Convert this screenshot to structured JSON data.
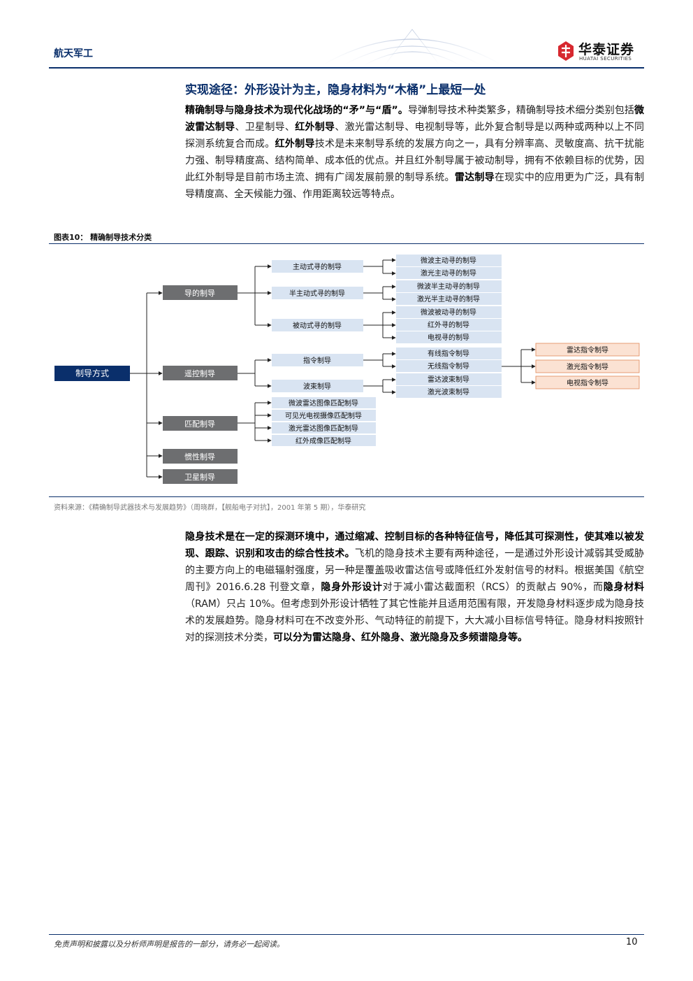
{
  "header": {
    "section": "航天军工",
    "brand_cn": "华泰证券",
    "brand_en": "HUATAI SECURITIES",
    "brand_color": "#d7282f",
    "navy": "#0a2f6b"
  },
  "section_title": "实现途径：外形设计为主，隐身材料为“木桶”上最短一处",
  "para1": {
    "lead": "精确制导与隐身技术为现代化战场的“矛”与“盾”。",
    "t1": "导弹制导技术种类繁多，精确制导技术细分类别包括",
    "b1": "微波雷达制导",
    "t2": "、卫星制导、",
    "b2": "红外制导",
    "t3": "、激光雷达制导、电视制导等，此外复合制导是以两种或两种以上不同探测系统复合而成。",
    "b3": "红外制导",
    "t4": "技术是未来制导系统的发展方向之一，具有分辨率高、灵敏度高、抗干扰能力强、制导精度高、结构简单、成本低的优点。并且红外制导属于被动制导，拥有不依赖目标的优势，因此红外制导是目前市场主流、拥有广阔发展前景的制导系统。",
    "b4": "雷达制导",
    "t5": "在现实中的应用更为广泛，具有制导精度高、全天候能力强、作用距离较远等特点。"
  },
  "figure": {
    "title": "图表10：  精确制导技术分类",
    "source": "资料来源：《精确制导武器技术与发展趋势》（周晓群，【舰船电子对抗】，2001 年第 5 期），华泰研究",
    "root": "制导方式",
    "level1": [
      "导的制导",
      "遥控制导",
      "匹配制导",
      "惯性制导",
      "卫星制导"
    ],
    "homing_sub": [
      "主动式寻的制导",
      "半主动式寻的制导",
      "被动式寻的制导"
    ],
    "homing_leaves": [
      "微波主动寻的制导",
      "激光主动寻的制导",
      "微波半主动寻的制导",
      "激光半主动寻的制导",
      "微波被动寻的制导",
      "红外寻的制导",
      "电视寻的制导"
    ],
    "remote_sub": [
      "指令制导",
      "波束制导"
    ],
    "remote_leaves": [
      "有线指令制导",
      "无线指令制导",
      "雷达波束制导",
      "激光波束制导"
    ],
    "wireless_leaves": [
      "雷达指令制导",
      "激光指令制导",
      "电视指令制导"
    ],
    "match_leaves": [
      "微波雷达图像匹配制导",
      "可见光电视摄像匹配制导",
      "激光雷达图像匹配制导",
      "红外成像匹配制导"
    ],
    "colors": {
      "dark": "#0a2f6b",
      "grey": "#6d6e70",
      "light": "#d9e4f2",
      "peach": "#fbe2d3",
      "peach_border": "#e28a5a"
    }
  },
  "para2": {
    "lead": "隐身技术是在一定的探测环境中，通过缩减、控制目标的各种特征信号，降低其可探测性，使其难以被发现、跟踪、识别和攻击的综合性技术。",
    "t1": "飞机的隐身技术主要有两种途径，一是通过外形设计减弱其受威胁的主要方向上的电磁辐射强度，另一种是覆盖吸收雷达信号或降低红外发射信号的材料。根据美国《航空周刊》2016.6.28 刊登文章，",
    "b1": "隐身外形设计",
    "t2": "对于减小雷达截面积（RCS）的贡献占 90%，而",
    "b2": "隐身材料",
    "t3": "（RAM）只占 10%。但考虑到外形设计牺牲了其它性能并且适用范围有限，开发隐身材料逐步成为隐身技术的发展趋势。隐身材料可在不改变外形、气动特征的前提下，大大减小目标信号特征。隐身材料按照针对的探测技术分类，",
    "b3": "可以分为雷达隐身、红外隐身、激光隐身及多频谱隐身等。"
  },
  "footer": {
    "disclaimer": "免责声明和披露以及分析师声明是报告的一部分，请务必一起阅读。",
    "page": "10"
  }
}
